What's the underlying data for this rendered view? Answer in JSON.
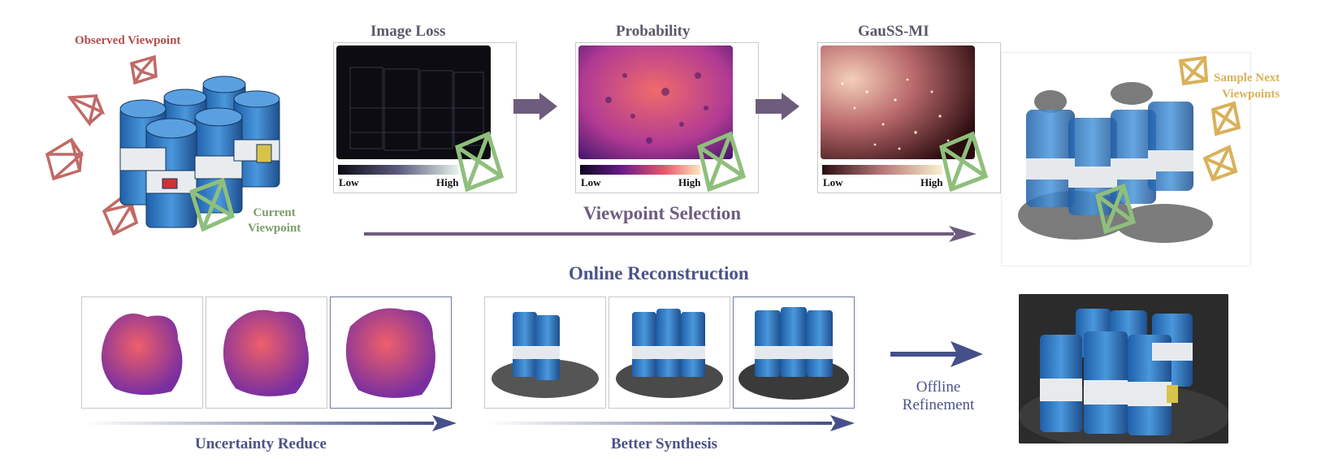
{
  "labels": {
    "observed_viewpoint": "Observed Viewpoint",
    "current_viewpoint_line1": "Current",
    "current_viewpoint_line2": "Viewpoint",
    "sample_next_line1": "Sample Next",
    "sample_next_line2": "Viewpoints",
    "viewpoint_selection": "Viewpoint Selection",
    "online_reconstruction": "Online Reconstruction",
    "offline_line1": "Offline",
    "offline_line2": "Refinement",
    "uncertainty_reduce": "Uncertainty Reduce",
    "better_synthesis": "Better Synthesis"
  },
  "panels": [
    {
      "title": "Image Loss",
      "low": "Low",
      "high": "High"
    },
    {
      "title": "Probability",
      "low": "Low",
      "high": "High"
    },
    {
      "title": "GauSS-MI",
      "low": "Low",
      "high": "High"
    }
  ],
  "colors": {
    "observed": "#b24a4a",
    "current": "#7d9c6a",
    "sample": "#d8b15a",
    "flow": "#6e5c7e",
    "online": "#4b5388",
    "arrow_blue": "#45508a"
  }
}
